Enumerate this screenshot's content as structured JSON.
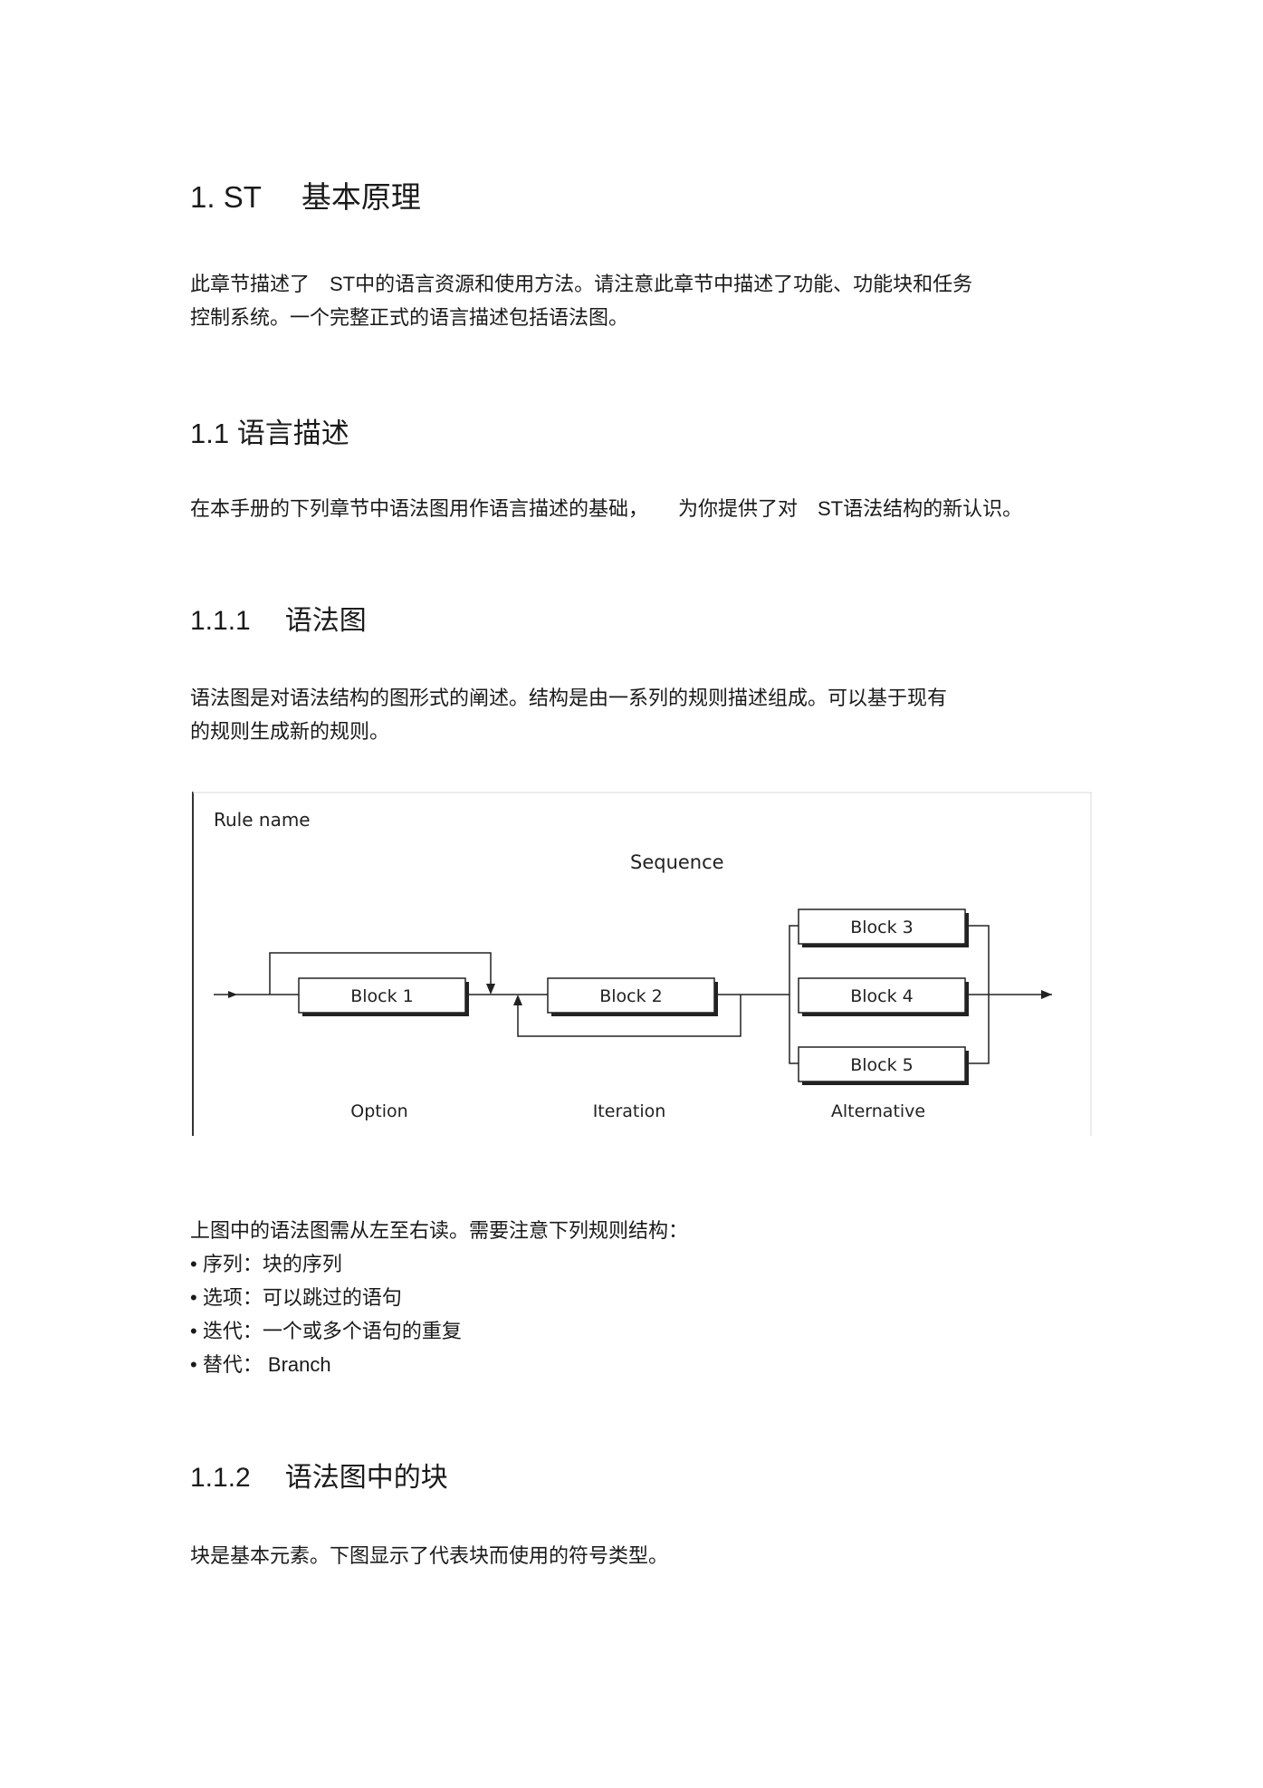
{
  "section1": {
    "number": "1. ST",
    "title": "基本原理",
    "intro_line1": "此章节描述了　ST中的语言资源和使用方法。请注意此章节中描述了功能、功能块和任务",
    "intro_line2": "控制系统。一个完整正式的语言描述包括语法图。"
  },
  "section1_1": {
    "heading": "1.1 语言描述",
    "body": "在本手册的下列章节中语法图用作语言描述的基础，　　为你提供了对　ST语法结构的新认识。"
  },
  "section1_1_1": {
    "number": "1.1.1",
    "title": "语法图",
    "body_line1": "语法图是对语法结构的图形式的阐述。结构是由一系列的规则描述组成。可以基于现有",
    "body_line2": "的规则生成新的规则。"
  },
  "diagram": {
    "rule_name": "Rule name",
    "sequence_label": "Sequence",
    "blocks": [
      "Block 1",
      "Block 2",
      "Block 3",
      "Block 4",
      "Block 5"
    ],
    "option_label": "Option",
    "iteration_label": "Iteration",
    "alternative_label": "Alternative"
  },
  "after_diagram": {
    "intro": "上图中的语法图需从左至右读。需要注意下列规则结构：",
    "items": [
      "• 序列：块的序列",
      "• 选项：可以跳过的语句",
      "• 迭代：一个或多个语句的重复",
      "• 替代：  Branch"
    ]
  },
  "section1_1_2": {
    "number": "1.1.2",
    "title": "语法图中的块",
    "body": "块是基本元素。下图显示了代表块而使用的符号类型。"
  }
}
